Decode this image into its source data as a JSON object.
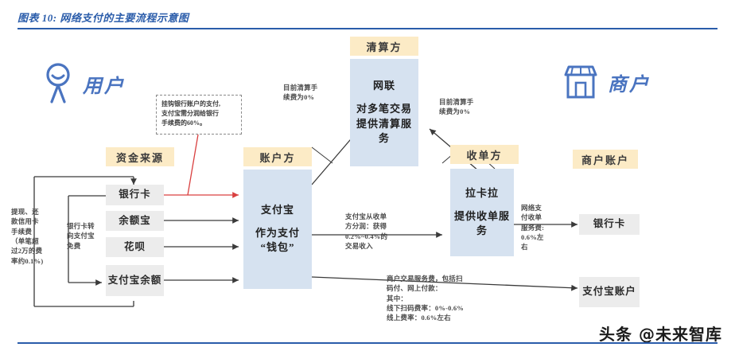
{
  "title": {
    "label": "图表 10:  网络支付的主要流程示意图"
  },
  "watermark": {
    "text": "头条 @未来智库"
  },
  "personas": {
    "user": {
      "label": "用户",
      "icon": "user-person-icon"
    },
    "merchant": {
      "label": "商户",
      "icon": "storefront-shop-icon"
    }
  },
  "groups": {
    "funding_source": "资金来源",
    "account_party": "账户方",
    "clearing_party": "清算方",
    "acquirer": "收单方",
    "merchant_account": "商户账户"
  },
  "funding_sources": [
    {
      "label": "银行卡"
    },
    {
      "label": "余额宝"
    },
    {
      "label": "花呗"
    },
    {
      "label": "支付宝余额"
    }
  ],
  "entities": {
    "alipay": {
      "name": "支付宝",
      "desc": "作为支付\n“钱包”"
    },
    "nets_union": {
      "name": "网联",
      "desc": "对多笔交易提供清算服务"
    },
    "lakala": {
      "name": "拉卡拉",
      "desc": "提供收单服务"
    }
  },
  "merchant_accounts": [
    {
      "label": "银行卡"
    },
    {
      "label": "支付宝账户"
    }
  ],
  "notes": {
    "withdraw_fee": "提现、还\n款信用卡\n手续费\n（单笔超\n过2万的费\n率约0.1%)",
    "card_to_alipay_free": "银行卡转\n向支付宝\n免费",
    "callout_bank_share": "挂钩银行账户的支付,\n支付宝需分润给银行\n手续费的60%。",
    "clearing_fee_left": "目前清算手\n续费为0%",
    "clearing_fee_right": "目前清算手\n续费为0%",
    "alipay_share": "支付宝从收单\n方分润：获得\n0.2%~0.4%的\n交易收入",
    "acquiring_fee": "网络支\n付收单\n服务费:\n0.6%左\n右",
    "merchant_service_fee": "商户交易服务费，包括扫\n码付、网上付款：\n其中：\n线下扫码费率：0%-0.6%\n线上费率：0.6%左右"
  },
  "colors": {
    "brand_blue": "#2a5caa",
    "persona_blue": "#4a74c0",
    "group_header": "#fcebc6",
    "entity_box": "#d6e2f0",
    "plain_box": "#ececec",
    "highlight_red": "#d94040",
    "wire": "#3a3a3a"
  }
}
